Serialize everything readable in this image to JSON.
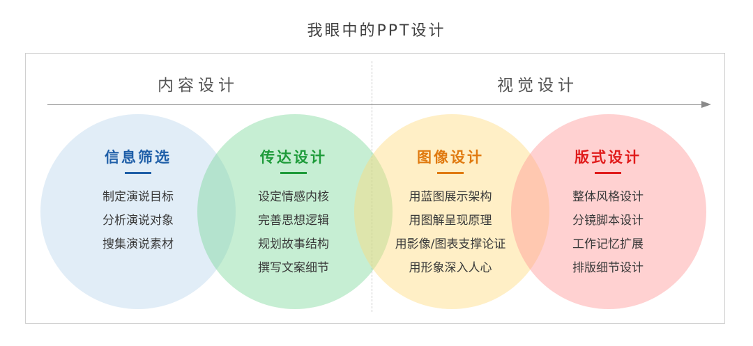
{
  "title": "我眼中的PPT设计",
  "sections": {
    "left": "内容设计",
    "right": "视觉设计"
  },
  "columns": [
    {
      "heading": "信息筛选",
      "color": "#1f5fa8",
      "items": [
        "制定演说目标",
        "分析演说对象",
        "搜集演说素材"
      ]
    },
    {
      "heading": "传达设计",
      "color": "#1e9b3a",
      "items": [
        "设定情感内核",
        "完善思想逻辑",
        "规划故事结构",
        "撰写文案细节"
      ]
    },
    {
      "heading": "图像设计",
      "color": "#e07a10",
      "items": [
        "用蓝图展示架构",
        "用图解呈现原理",
        "用影像/图表支撑论证",
        "用形象深入人心"
      ]
    },
    {
      "heading": "版式设计",
      "color": "#e01b1b",
      "items": [
        "整体风格设计",
        "分镜脚本设计",
        "工作记忆扩展",
        "排版细节设计"
      ]
    }
  ]
}
